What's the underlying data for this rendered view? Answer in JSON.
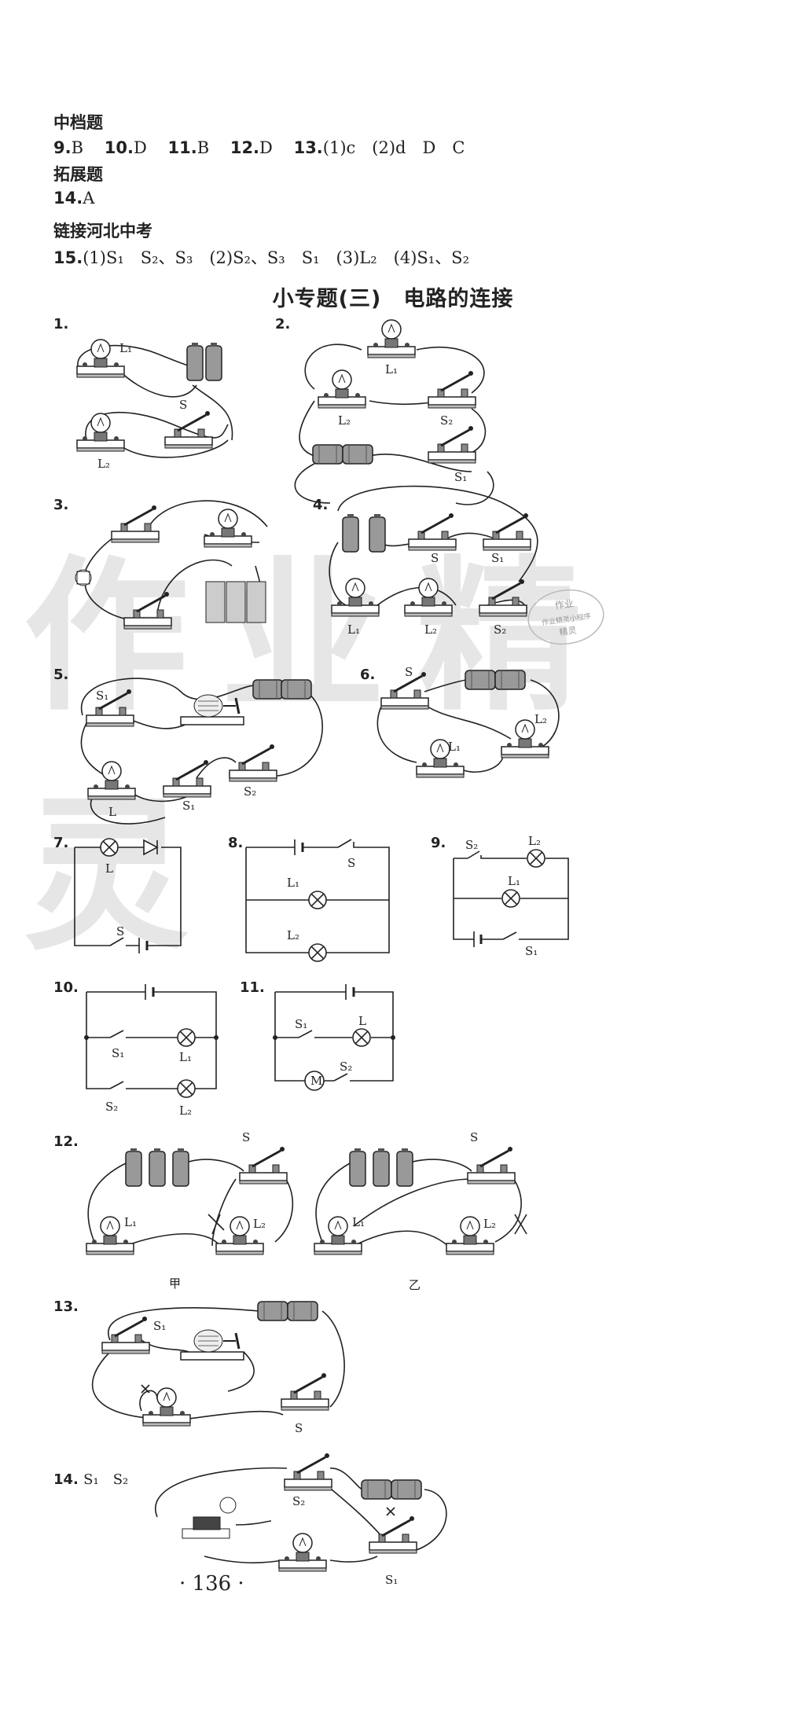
{
  "sections": {
    "mid": "中档题",
    "ext": "拓展题",
    "link": "链接河北中考"
  },
  "answers": {
    "line9": [
      {
        "n": "9.",
        "a": "B"
      },
      {
        "n": "10.",
        "a": "D"
      },
      {
        "n": "11.",
        "a": "B"
      },
      {
        "n": "12.",
        "a": "D"
      },
      {
        "n": "13.",
        "a": "(1)c　(2)d　D　C"
      }
    ],
    "q14": {
      "n": "14.",
      "a": "A"
    },
    "q15": {
      "n": "15.",
      "a": "(1)S₁　S₂、S₃　(2)S₂、S₃　S₁　(3)L₂　(4)S₁、S₂"
    }
  },
  "topic_title": "小专题(三)　电路的连接",
  "numbers": [
    "1.",
    "2.",
    "3.",
    "4.",
    "5.",
    "6.",
    "7.",
    "8.",
    "9.",
    "10.",
    "11.",
    "12.",
    "13.",
    "14."
  ],
  "q14_answer": "S₁　S₂",
  "labels": {
    "L": "L",
    "L1": "L₁",
    "L2": "L₂",
    "S": "S",
    "S1": "S₁",
    "S2": "S₂",
    "M": "M",
    "jia": "甲",
    "yi": "乙"
  },
  "watermark": "作业精灵",
  "stamp": [
    "作业",
    "作业精灵小程序",
    "精灵"
  ],
  "page_number": "· 136 ·"
}
